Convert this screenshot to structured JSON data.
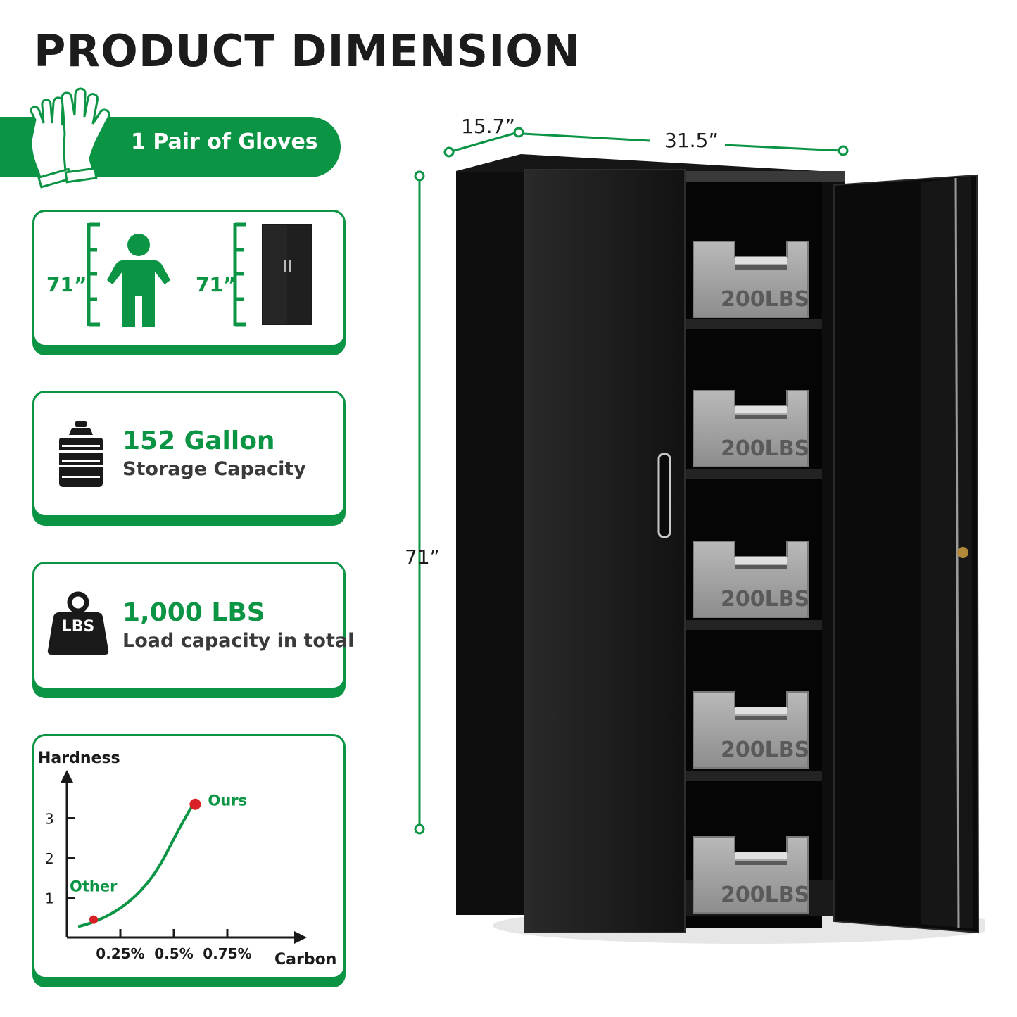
{
  "title": "PRODUCT DIMENSION",
  "gloves": {
    "label": "1 Pair of  Gloves"
  },
  "height_compare": {
    "person_height": "71”",
    "cabinet_height": "71”"
  },
  "capacity": {
    "value": "152 Gallon",
    "description": "Storage Capacity"
  },
  "load": {
    "value": "1,000 LBS",
    "description": "Load capacity in total",
    "icon_label": "LBS"
  },
  "chart_data": {
    "type": "line",
    "ylabel": "Hardness",
    "xlabel": "Carbon",
    "y_ticks": [
      "1",
      "2",
      "3"
    ],
    "x_ticks": [
      "0.25%",
      "0.5%",
      "0.75%"
    ],
    "points": [
      {
        "name": "Other",
        "x": 0.125,
        "y": 0.45
      },
      {
        "name": "Ours",
        "x": 0.6,
        "y": 3.35
      }
    ],
    "colors": {
      "line": "#0a9444",
      "point": "#d92027",
      "axis": "#1a1a1a"
    }
  },
  "dimensions": {
    "depth": "15.7”",
    "width": "31.5”",
    "height": "71”"
  },
  "shelf_weights": [
    "200LBS",
    "200LBS",
    "200LBS",
    "200LBS",
    "200LBS"
  ],
  "colors": {
    "brand_green": "#0a9444",
    "cabinet": "#141414"
  }
}
